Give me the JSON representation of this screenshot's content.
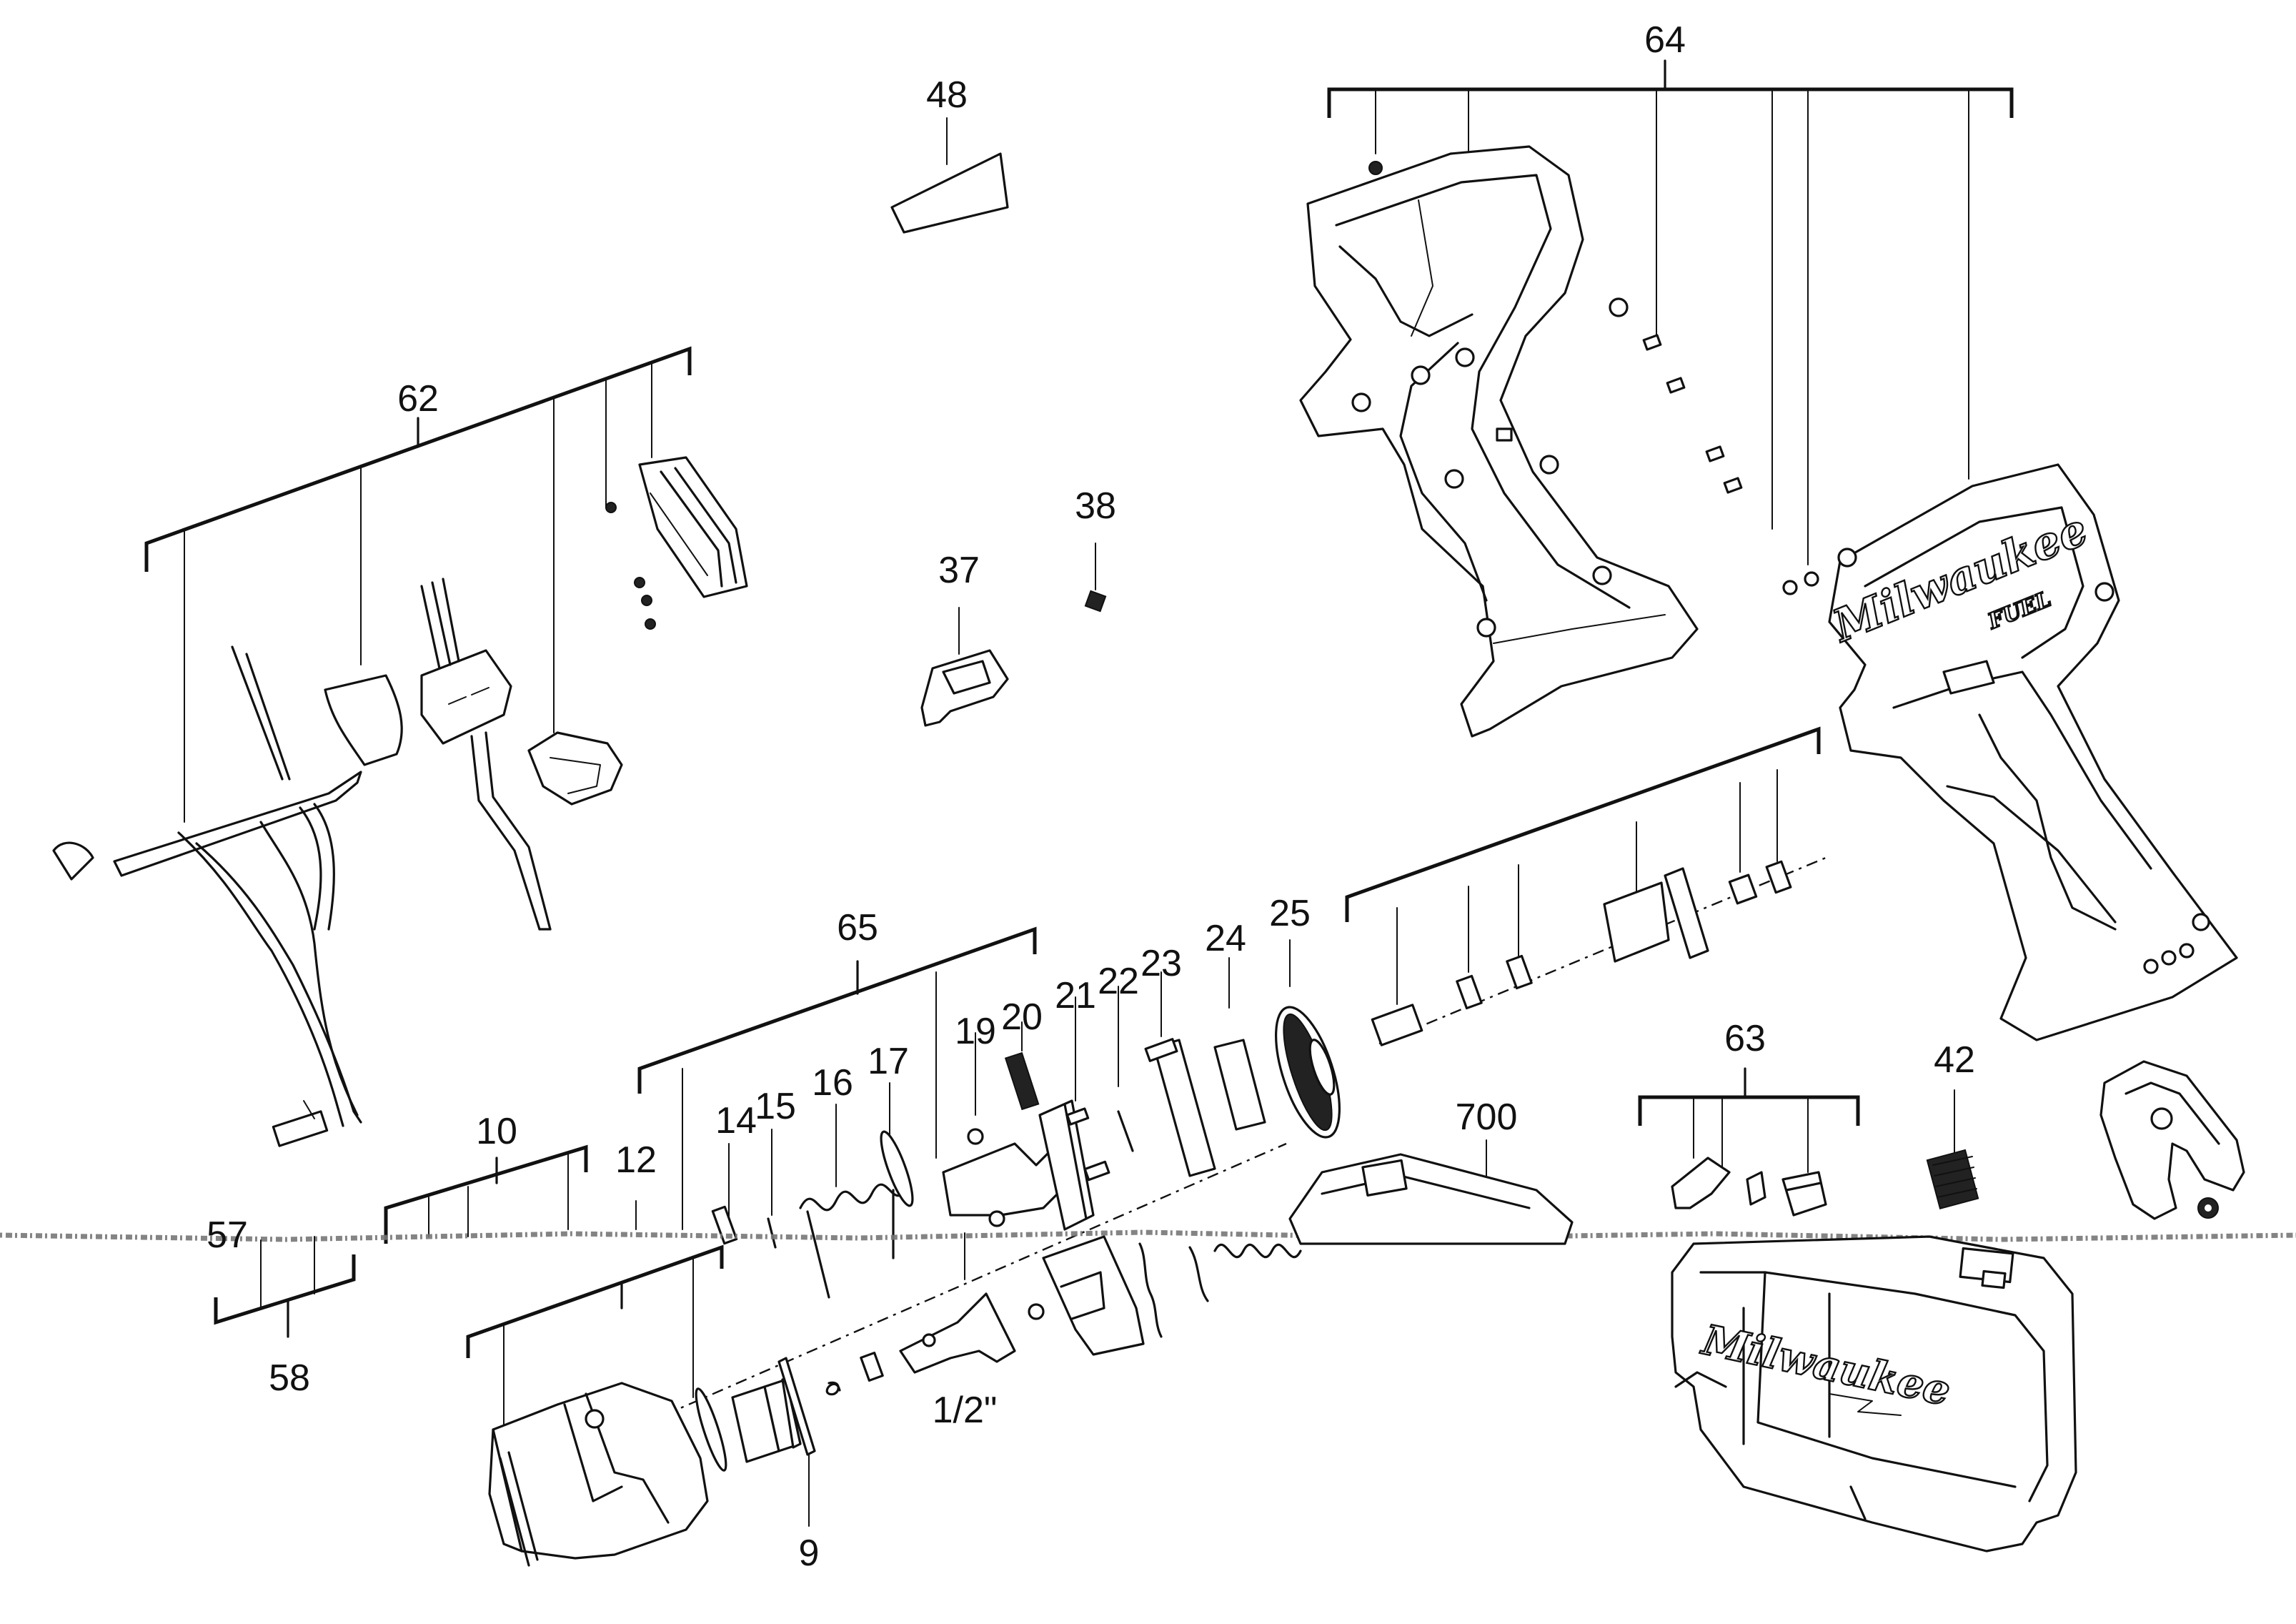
{
  "labels": {
    "p9": "9",
    "p10": "10",
    "p12": "12",
    "p14": "14",
    "p15": "15",
    "p16": "16",
    "p17": "17",
    "p19": "19",
    "p20": "20",
    "p21": "21",
    "p22": "22",
    "p23": "23",
    "p24": "24",
    "p25": "25",
    "p37": "37",
    "p38": "38",
    "p42": "42",
    "p48": "48",
    "p57": "57",
    "p58": "58",
    "p62": "62",
    "p63": "63",
    "p64": "64",
    "p65": "65",
    "p700": "700",
    "anvil_size": "1/2\""
  },
  "brand": {
    "logo": "Milwaukee",
    "sublogo": "FUEL"
  }
}
